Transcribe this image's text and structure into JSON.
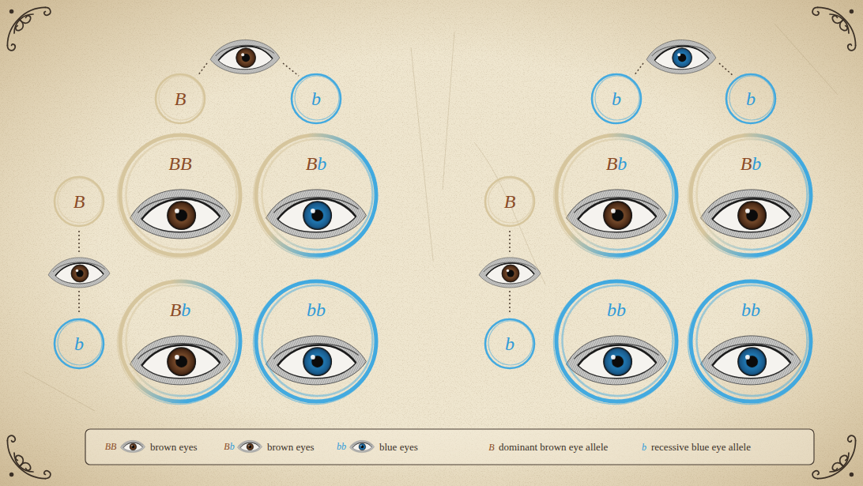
{
  "diagram": {
    "nodes": [
      {
        "text": [
          "B"
        ]
      },
      {
        "text": [
          "b"
        ]
      },
      {
        "text": [
          "B"
        ]
      },
      {
        "text": [
          "BB"
        ]
      },
      {
        "text": [
          "Bb"
        ]
      },
      {
        "text": [
          "b"
        ]
      },
      {
        "text": [
          "Bb"
        ]
      },
      {
        "text": [
          "bb"
        ]
      },
      {
        "text": [
          "b"
        ]
      },
      {
        "text": [
          "b"
        ]
      },
      {
        "text": [
          "B"
        ]
      },
      {
        "text": [
          "Bb"
        ]
      },
      {
        "text": [
          "Bb"
        ]
      },
      {
        "text": [
          "b"
        ]
      },
      {
        "text": [
          "bb"
        ]
      },
      {
        "text": [
          "bb"
        ]
      }
    ],
    "labels": [
      "BB",
      "Bb",
      "bb",
      "B",
      "b"
    ],
    "legend": [
      {
        "text": "brown eyes"
      },
      {
        "text": "brown eyes"
      },
      {
        "text": "blue eyes"
      },
      {
        "text": "dominant brown eye allele"
      },
      {
        "text": "recessive blue eye allele"
      }
    ]
  }
}
